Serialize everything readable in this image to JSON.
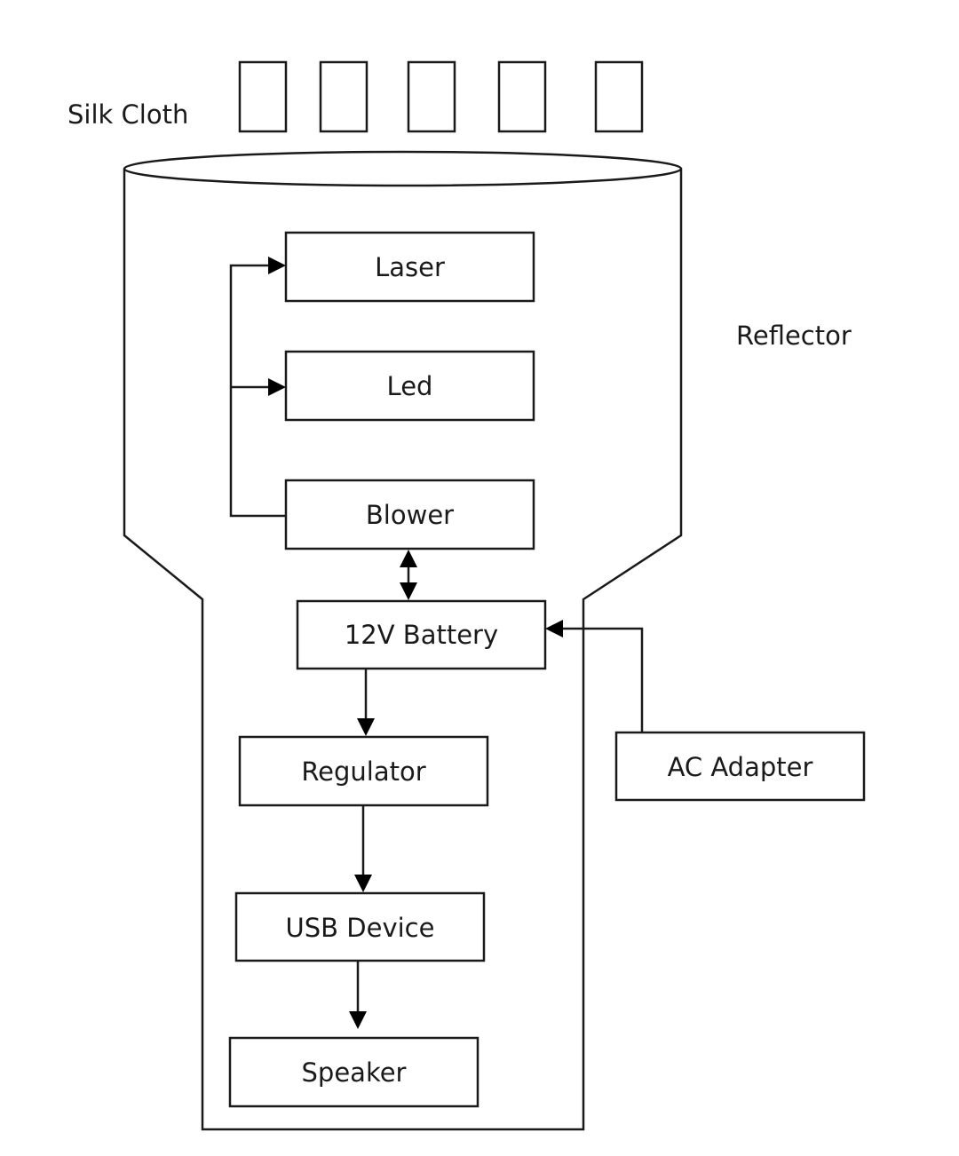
{
  "diagram": {
    "labels": {
      "silk_cloth": "Silk Cloth",
      "reflector": "Reflector"
    },
    "blocks": {
      "laser": "Laser",
      "led": "Led",
      "blower": "Blower",
      "battery": "12V Battery",
      "regulator": "Regulator",
      "usb_device": "USB Device",
      "speaker": "Speaker",
      "ac_adapter": "AC Adapter"
    },
    "silk_cloth_strip_count": 5,
    "connections": [
      {
        "from": "Blower",
        "to": "Laser",
        "type": "arrow"
      },
      {
        "from": "Blower",
        "to": "Led",
        "type": "arrow"
      },
      {
        "from": "Blower",
        "to": "12V Battery",
        "type": "bidirectional"
      },
      {
        "from": "AC Adapter",
        "to": "12V Battery",
        "type": "arrow"
      },
      {
        "from": "12V Battery",
        "to": "Regulator",
        "type": "arrow"
      },
      {
        "from": "Regulator",
        "to": "USB Device",
        "type": "arrow"
      },
      {
        "from": "USB Device",
        "to": "Speaker",
        "type": "arrow"
      }
    ]
  }
}
